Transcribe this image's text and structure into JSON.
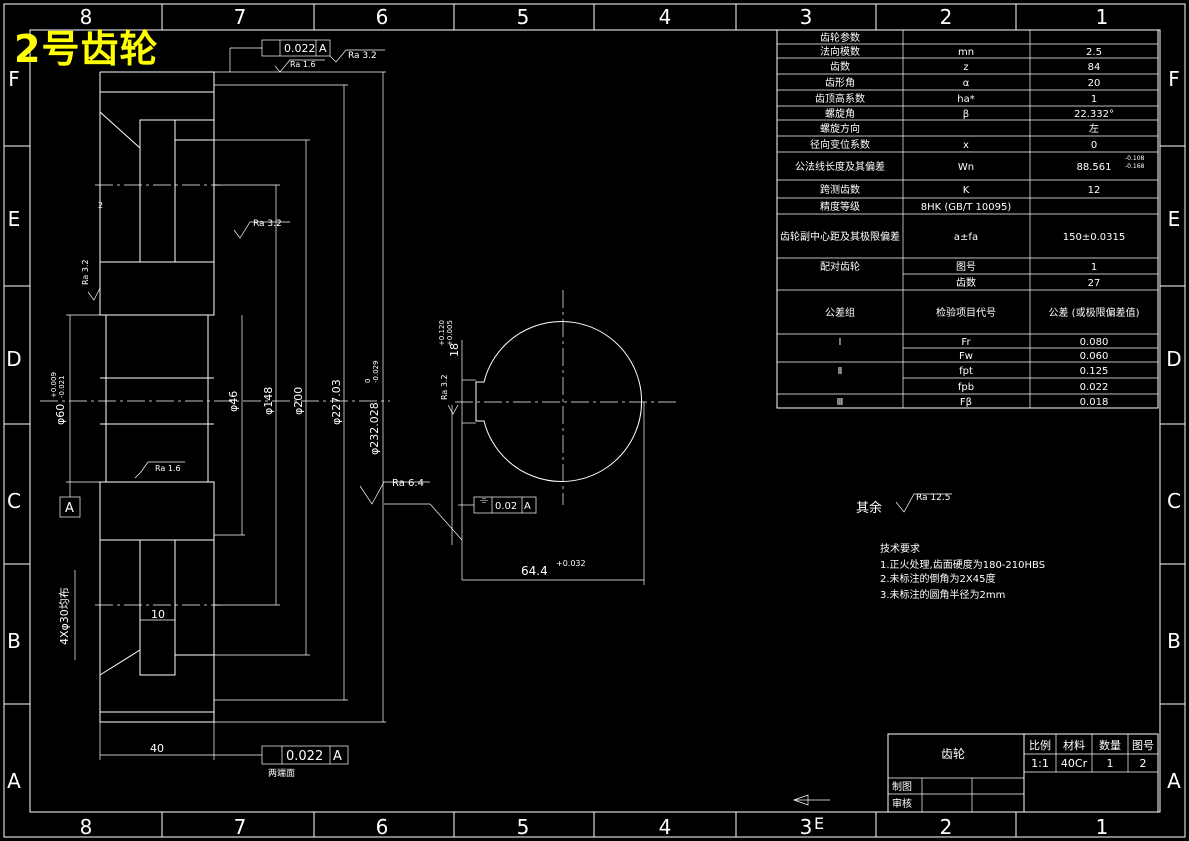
{
  "sheet_title": "2号齿轮",
  "border": {
    "columns": [
      "8",
      "7",
      "6",
      "5",
      "4",
      "3",
      "2",
      "1"
    ],
    "rows": [
      "F",
      "E",
      "D",
      "C",
      "B",
      "A"
    ]
  },
  "section_view": {
    "tol_top": "0.022",
    "tol_bottom": "0.022",
    "datum": "A",
    "rough_top_left": "Ra 1.6",
    "rough_top_right": "Ra 3.2",
    "rough_hub": "Ra 3.2",
    "rough_bore_left": "Ra 3.2",
    "rough_web": "Ra 1.6",
    "rough_main": "Ra 6.4",
    "dims": {
      "bore": "φ60",
      "bore_tol_up": "+0.009",
      "bore_tol_dn": "-0.021",
      "d46": "φ46",
      "d148": "φ148",
      "d200": "φ200",
      "d227": "φ227.03",
      "d232": "φ232.028",
      "d232_tol_up": "0",
      "d232_tol_dn": "-0.029",
      "holes": "4Xφ30均布",
      "ten": "10",
      "forty": "40",
      "small_dim": "2"
    },
    "end_face_note": "两端面"
  },
  "keyway_view": {
    "key_width": "18",
    "key_tol_up": "+0.120",
    "key_tol_dn": "+0.005",
    "rough": "Ra 3.2",
    "sym_tol": "0.02",
    "sym_datum": "A",
    "depth": "64.4",
    "depth_tol": "+0.032"
  },
  "param_table": {
    "rows": [
      [
        "齿轮参数",
        "",
        ""
      ],
      [
        "法向模数",
        "mn",
        "2.5"
      ],
      [
        "齿数",
        "z",
        "84"
      ],
      [
        "齿形角",
        "α",
        "20"
      ],
      [
        "齿顶高系数",
        "ha*",
        "1"
      ],
      [
        "螺旋角",
        "β",
        "22.332°"
      ],
      [
        "螺旋方向",
        "",
        "左"
      ],
      [
        "径向变位系数",
        "x",
        "0"
      ],
      [
        "公法线长度及其偏差",
        "Wn",
        "88.561"
      ],
      [
        "跨测齿数",
        "K",
        "12"
      ],
      [
        "精度等级",
        "8HK (GB/T 10095)",
        ""
      ],
      [
        "齿轮副中心距及其极限偏差",
        "a±fa",
        "150±0.0315"
      ],
      [
        "配对齿轮",
        "图号",
        "1"
      ],
      [
        "",
        "齿数",
        "27"
      ],
      [
        "公差组",
        "检验项目代号",
        "公差 (或极限偏差值)"
      ],
      [
        "Ⅰ",
        "Fr",
        "0.080"
      ],
      [
        "",
        "Fw",
        "0.060"
      ],
      [
        "Ⅱ",
        "fpt",
        "0.125"
      ],
      [
        "",
        "fpb",
        "0.022"
      ],
      [
        "Ⅲ",
        "Fβ",
        "0.018"
      ]
    ],
    "wn_tol_up": "-0.108",
    "wn_tol_dn": "-0.168"
  },
  "remaining_rough": {
    "label": "其余",
    "value": "Ra 12.5"
  },
  "tech_req": {
    "title": "技术要求",
    "lines": [
      "1.正火处理,齿面硬度为180-210HBS",
      "2.未标注的倒角为2X45度",
      "3.未标注的圆角半径为2mm"
    ]
  },
  "title_block": {
    "name": "齿轮",
    "headers": [
      "比例",
      "材料",
      "数量",
      "图号"
    ],
    "values": [
      "1:1",
      "40Cr",
      "1",
      "2"
    ],
    "drawn": "制图",
    "checked": "审核"
  },
  "bottom_marker": "E"
}
